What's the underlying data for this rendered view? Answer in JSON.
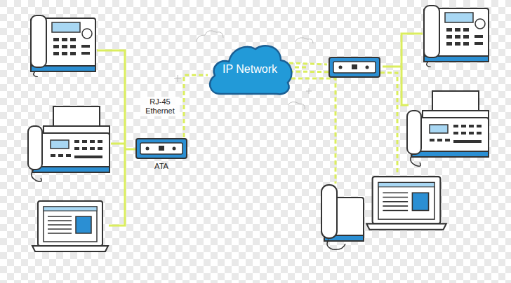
{
  "diagram": {
    "nodes": [
      {
        "text": [
          "IP Network"
        ]
      },
      {
        "text": [
          "ATA"
        ]
      }
    ],
    "edges": [
      {
        "from": 1,
        "to": 0,
        "label": "RJ-45 Ethernet",
        "arrow": "none"
      }
    ]
  }
}
